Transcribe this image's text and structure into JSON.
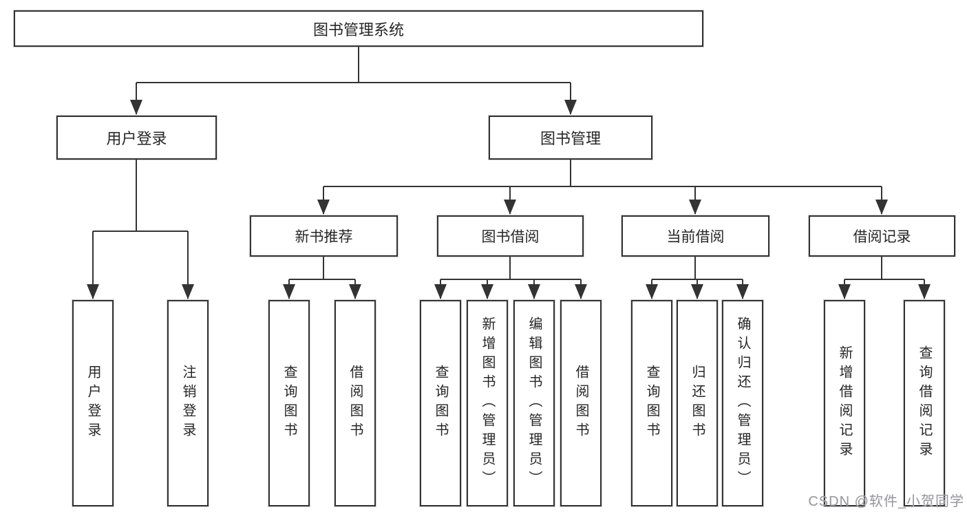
{
  "diagram": {
    "type": "tree",
    "root_label": "图书管理系统",
    "level1": [
      {
        "id": "user-login",
        "label": "用户登录"
      },
      {
        "id": "book-management",
        "label": "图书管理"
      }
    ],
    "level2": [
      {
        "id": "new-book-recommend",
        "parent": "book-management",
        "label": "新书推荐"
      },
      {
        "id": "book-borrow",
        "parent": "book-management",
        "label": "图书借阅"
      },
      {
        "id": "current-borrow",
        "parent": "book-management",
        "label": "当前借阅"
      },
      {
        "id": "borrow-records",
        "parent": "book-management",
        "label": "借阅记录"
      }
    ],
    "leaves": [
      {
        "parent": "user-login",
        "label": "用户登录"
      },
      {
        "parent": "user-login",
        "label": "注销登录"
      },
      {
        "parent": "new-book-recommend",
        "label": "查询图书"
      },
      {
        "parent": "new-book-recommend",
        "label": "借阅图书"
      },
      {
        "parent": "book-borrow",
        "label": "查询图书"
      },
      {
        "parent": "book-borrow",
        "label": "新增图书（管理员）"
      },
      {
        "parent": "book-borrow",
        "label": "编辑图书（管理员）"
      },
      {
        "parent": "book-borrow",
        "label": "借阅图书"
      },
      {
        "parent": "current-borrow",
        "label": "查询图书"
      },
      {
        "parent": "current-borrow",
        "label": "归还图书"
      },
      {
        "parent": "current-borrow",
        "label": "确认归还（管理员）"
      },
      {
        "parent": "borrow-records",
        "label": "新增借阅记录"
      },
      {
        "parent": "borrow-records",
        "label": "查询借阅记录"
      }
    ],
    "line_color": "#333333",
    "box_fill": "#ffffff",
    "text_color": "#262626"
  },
  "watermark": "CSDN @软件_小贺同学"
}
